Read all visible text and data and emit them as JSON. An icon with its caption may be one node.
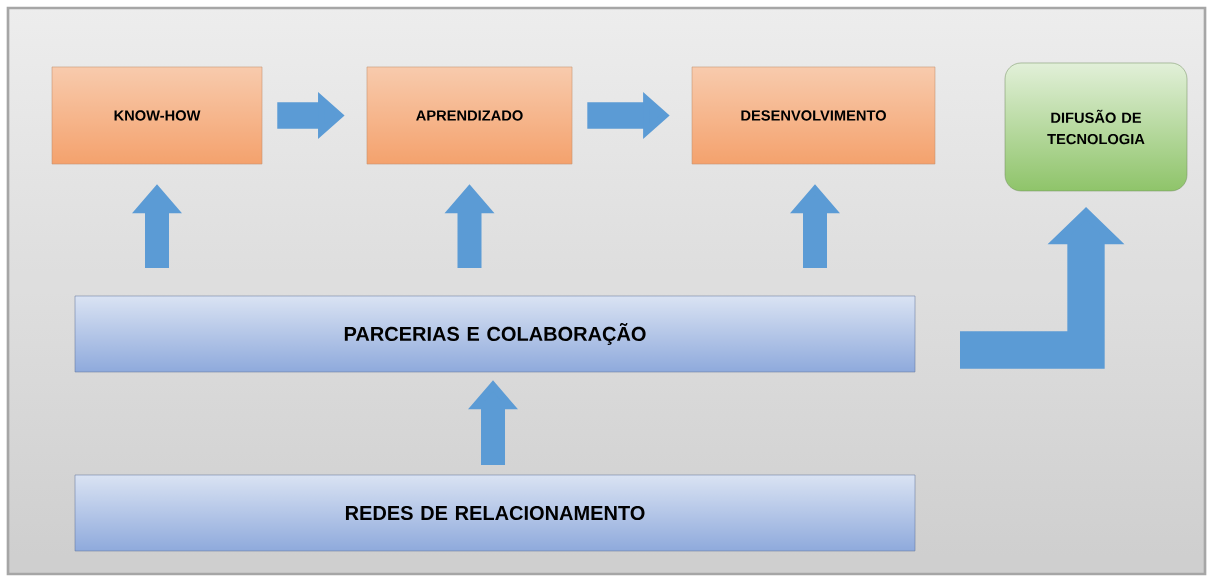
{
  "diagram": {
    "nodes": [
      {
        "text": [
          "KNOW-HOW"
        ]
      },
      {
        "text": [
          "APRENDIZADO"
        ]
      },
      {
        "text": [
          "DESENVOLVIMENTO"
        ]
      },
      {
        "text": [
          "DIFUSÃO DE TECNOLOGIA"
        ]
      },
      {
        "text": [
          "PARCERIAS E COLABORAÇÃO"
        ]
      },
      {
        "text": [
          "REDES DE RELACIONAMENTO"
        ]
      }
    ],
    "edges": [
      {
        "from": 0,
        "to": 1,
        "arrow": "to"
      },
      {
        "from": 1,
        "to": 2,
        "arrow": "to"
      },
      {
        "from": 4,
        "to": 0,
        "arrow": "to"
      },
      {
        "from": 4,
        "to": 1,
        "arrow": "to"
      },
      {
        "from": 4,
        "to": 2,
        "arrow": "to"
      },
      {
        "from": 5,
        "to": 4,
        "arrow": "to"
      },
      {
        "from": 4,
        "to": 3,
        "arrow": "to"
      }
    ]
  }
}
